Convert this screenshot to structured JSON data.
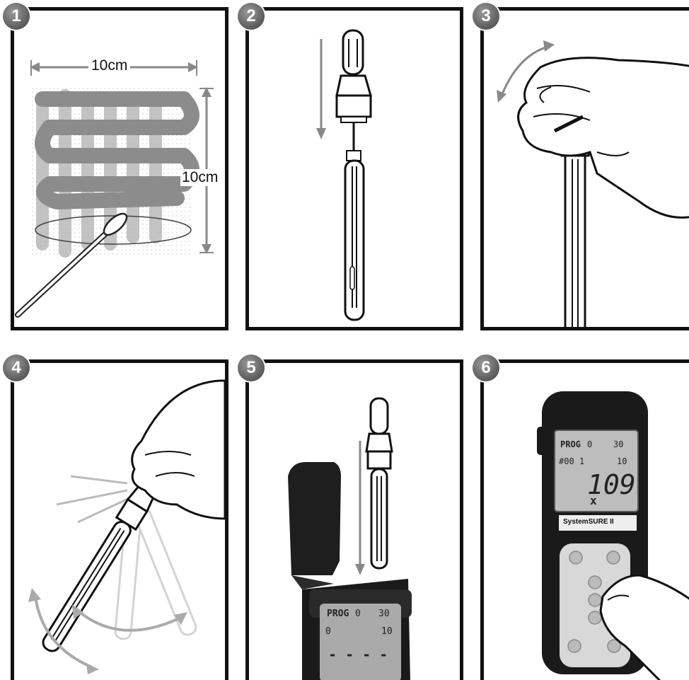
{
  "steps": [
    {
      "number": "1",
      "width_label": "10cm",
      "height_label": "10cm"
    },
    {
      "number": "2"
    },
    {
      "number": "3"
    },
    {
      "number": "4"
    },
    {
      "number": "5",
      "display": {
        "prog": "PROG",
        "prog_val": "0",
        "top_right": "30",
        "left_val": "0",
        "right_val": "10",
        "dashes": "- - - -"
      }
    },
    {
      "number": "6",
      "display": {
        "prog": "PROG",
        "prog_val": "0",
        "top_right": "30",
        "sample": "#00 1",
        "right_val": "10",
        "reading": "109",
        "x_mark": "x"
      },
      "device_label": "SystemSURE II"
    }
  ],
  "colors": {
    "border": "#111111",
    "badge": "#6a6a6a",
    "arrow": "#888888",
    "swab_trace": "#8c8c8c"
  }
}
